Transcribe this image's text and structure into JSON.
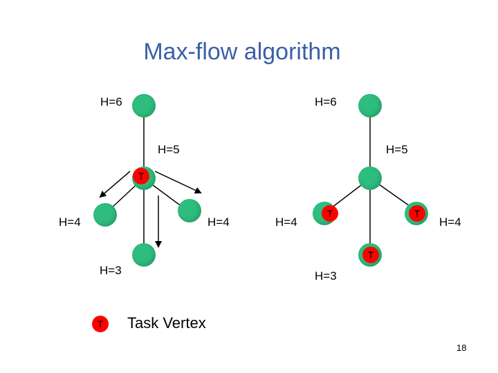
{
  "title": "Max-flow algorithm",
  "colors": {
    "title": "#3a5fa8",
    "vertex": "#2ebd7e",
    "task_vertex": "#ff0000",
    "edge": "#000000"
  },
  "left_tree": {
    "h_top": "H=6",
    "h_mid": "H=5",
    "h_left": "H=4",
    "h_right": "H=4",
    "h_bottom": "H=3",
    "task": "T"
  },
  "right_tree": {
    "h_top": "H=6",
    "h_mid": "H=5",
    "h_left": "H=4",
    "h_right": "H=4",
    "h_bottom": "H=3",
    "task_left": "T",
    "task_right": "T",
    "task_bottom": "T"
  },
  "legend": {
    "symbol": "T",
    "text": "Task Vertex"
  },
  "page_number": "18"
}
